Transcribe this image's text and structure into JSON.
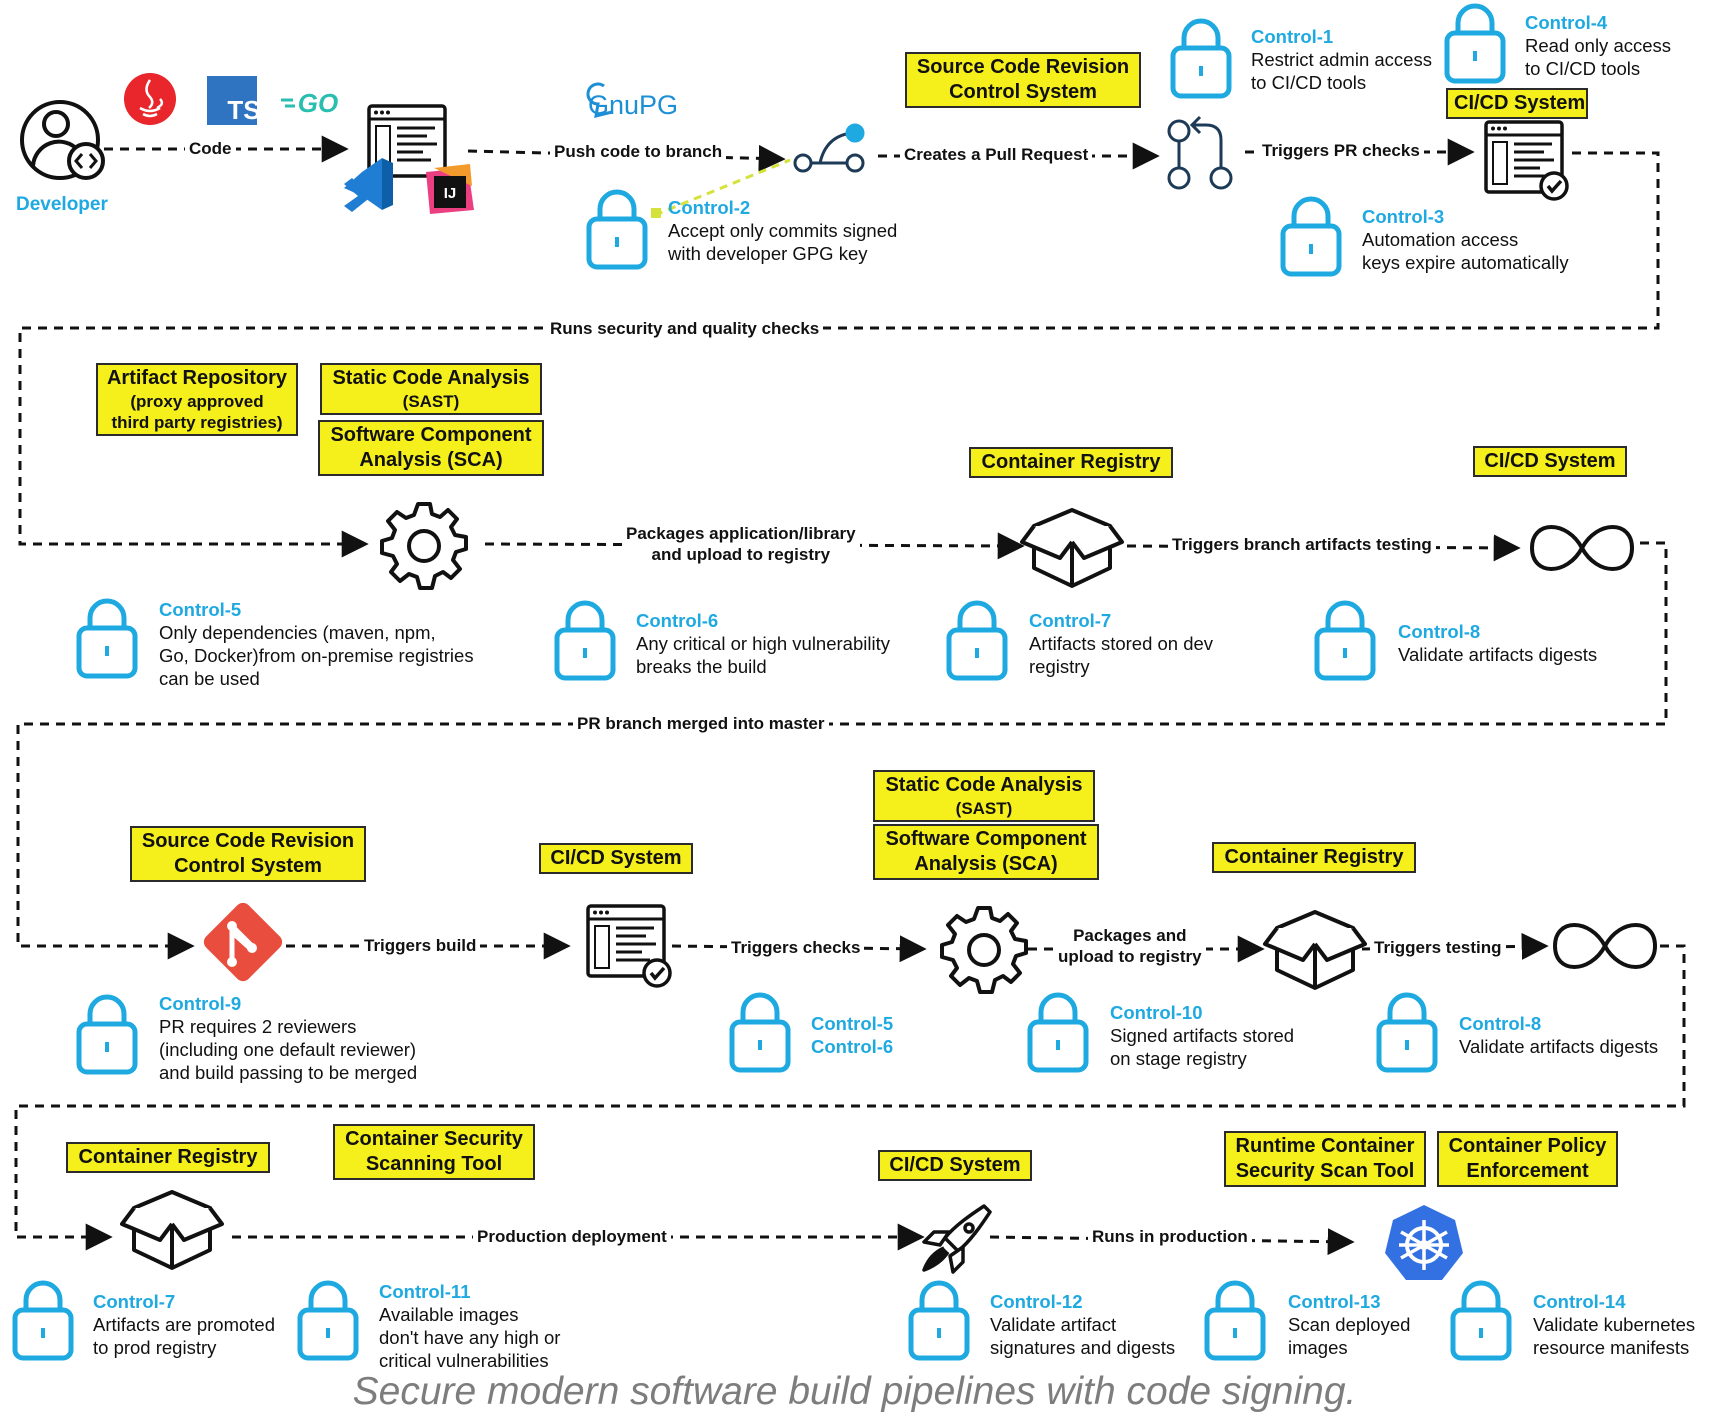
{
  "developer": {
    "label": "Developer"
  },
  "logos": {
    "ts": "TS",
    "go": "GO",
    "gnupg": "GnuPG",
    "ij": "IJ"
  },
  "caption": "Secure modern software build pipelines with code signing.",
  "flows": {
    "code": "Code",
    "push": "Push code to branch",
    "pull": "Creates a Pull Request",
    "pr_checks": "Triggers PR checks",
    "security_checks": "Runs security and quality checks",
    "packages1": "Packages application/library\nand upload to registry",
    "branch_testing": "Triggers branch artifacts testing",
    "merged": "PR branch merged into master",
    "build": "Triggers build",
    "checks": "Triggers checks",
    "packages2": "Packages and\nupload to registry",
    "testing": "Triggers testing",
    "prod_deploy": "Production deployment",
    "runs_prod": "Runs in production"
  },
  "labels": {
    "scrcs1": {
      "line1": "Source Code Revision",
      "line2": "Control System"
    },
    "cicd1": {
      "line1": "CI/CD System"
    },
    "artifact_repo": {
      "line1": "Artifact Repository",
      "line2": "(proxy approved",
      "line3": "third party registries)"
    },
    "sast1": {
      "line1": "Static Code Analysis",
      "line2": "(SAST)"
    },
    "sca1": {
      "line1": "Software Component",
      "line2": "Analysis (SCA)"
    },
    "container_registry1": {
      "line1": "Container Registry"
    },
    "cicd2": {
      "line1": "CI/CD System"
    },
    "scrcs2": {
      "line1": "Source Code Revision",
      "line2": "Control System"
    },
    "cicd3": {
      "line1": "CI/CD System"
    },
    "sast2": {
      "line1": "Static Code Analysis",
      "line2": "(SAST)"
    },
    "sca2": {
      "line1": "Software Component",
      "line2": "Analysis (SCA)"
    },
    "container_registry2": {
      "line1": "Container Registry"
    },
    "container_registry3": {
      "line1": "Container Registry"
    },
    "container_security": {
      "line1": "Container Security",
      "line2": "Scanning Tool"
    },
    "cicd4": {
      "line1": "CI/CD System"
    },
    "runtime_scan": {
      "line1": "Runtime Container",
      "line2": "Security Scan Tool"
    },
    "policy": {
      "line1": "Container Policy",
      "line2": "Enforcement"
    }
  },
  "controls": {
    "c1": {
      "title": "Control-1",
      "desc": "Restrict admin access\nto CI/CD tools"
    },
    "c4": {
      "title": "Control-4",
      "desc": "Read only access\nto CI/CD tools"
    },
    "c2": {
      "title": "Control-2",
      "desc": "Accept only commits signed\nwith developer GPG key"
    },
    "c3": {
      "title": "Control-3",
      "desc": "Automation access\nkeys expire automatically"
    },
    "c5": {
      "title": "Control-5",
      "desc": "Only dependencies (maven, npm,\nGo, Docker)from on-premise registries\ncan be used"
    },
    "c6": {
      "title": "Control-6",
      "desc": "Any critical or high vulnerability\nbreaks the build"
    },
    "c7": {
      "title": "Control-7",
      "desc": "Artifacts stored on dev\nregistry"
    },
    "c8": {
      "title": "Control-8",
      "desc": "Validate artifacts digests"
    },
    "c9": {
      "title": "Control-9",
      "desc": "PR requires 2 reviewers\n(including one default reviewer)\nand build passing to be merged"
    },
    "c56": {
      "title": "Control-5",
      "desc": "Control-6"
    },
    "c10": {
      "title": "Control-10",
      "desc": "Signed artifacts stored\non stage registry"
    },
    "c8b": {
      "title": "Control-8",
      "desc": "Validate artifacts digests"
    },
    "c7b": {
      "title": "Control-7",
      "desc": "Artifacts are promoted\nto prod registry"
    },
    "c11": {
      "title": "Control-11",
      "desc": "Available images\ndon't have any high or\ncritical vulnerabilities"
    },
    "c12": {
      "title": "Control-12",
      "desc": "Validate artifact\nsignatures and digests"
    },
    "c13": {
      "title": "Control-13",
      "desc": "Scan deployed\nimages"
    },
    "c14": {
      "title": "Control-14",
      "desc": "Validate kubernetes\nresource manifests"
    }
  },
  "colors": {
    "control_blue": "#1fa9e1",
    "label_yellow": "#f5ef1b",
    "git_red": "#e84d3d",
    "k8s_blue": "#3371e3",
    "java_red": "#e8262b",
    "ts_blue": "#2f74c0",
    "go_blue": "#29beb0"
  }
}
